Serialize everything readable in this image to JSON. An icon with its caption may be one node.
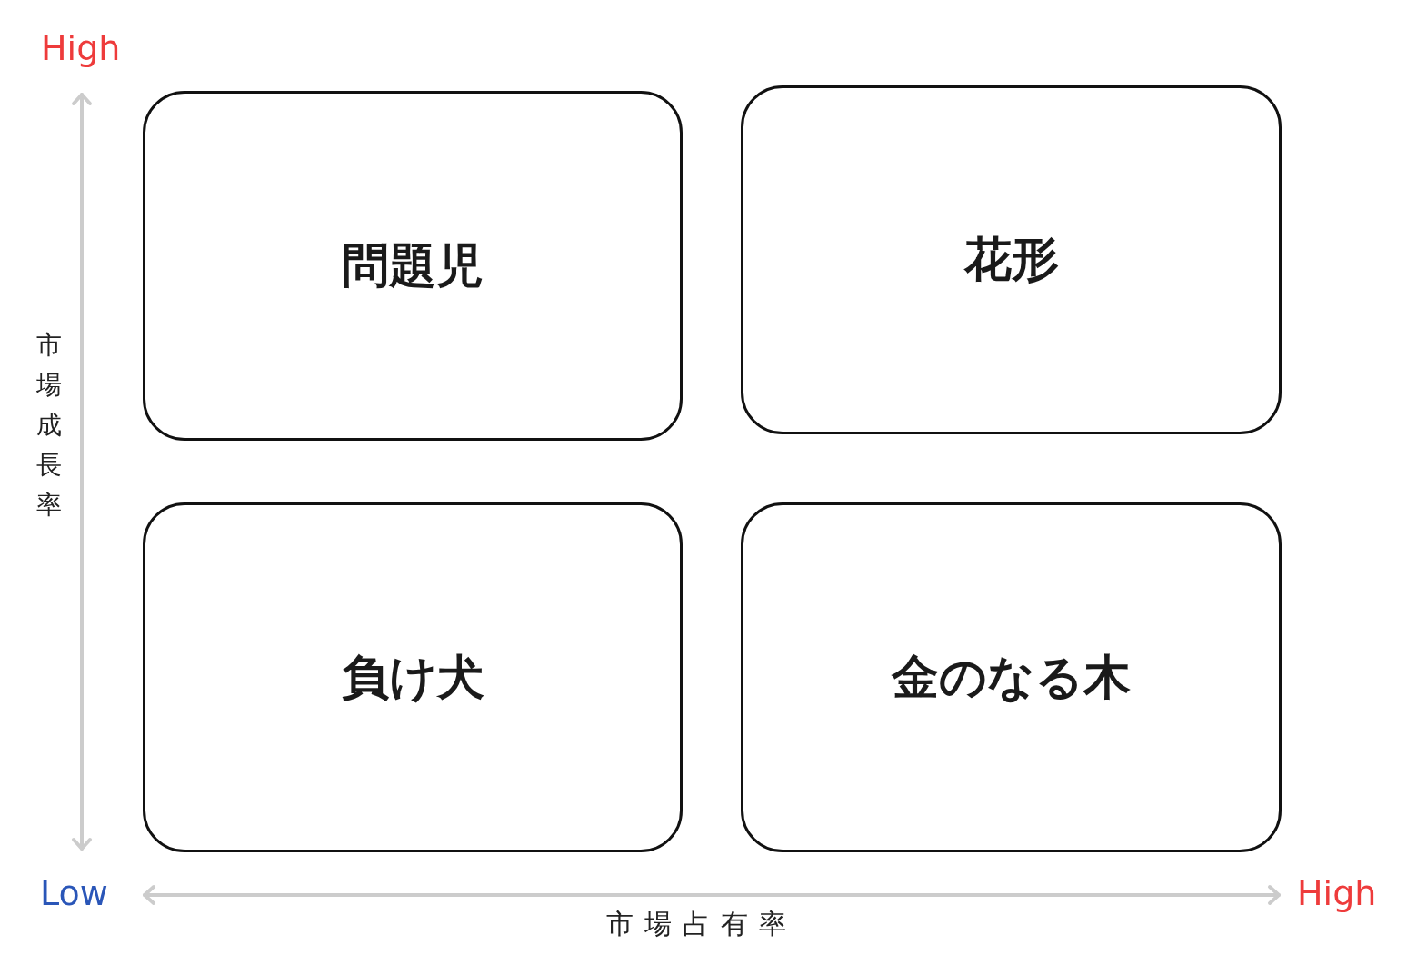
{
  "diagram": {
    "nodes": [
      {
        "text": [
          "問題児"
        ]
      },
      {
        "text": [
          "花形"
        ]
      },
      {
        "text": [
          "負け犬"
        ]
      },
      {
        "text": [
          "金のなる木"
        ]
      }
    ],
    "labels": [
      "High",
      "市場成長率",
      "Low",
      "High",
      "市場占有率"
    ]
  }
}
